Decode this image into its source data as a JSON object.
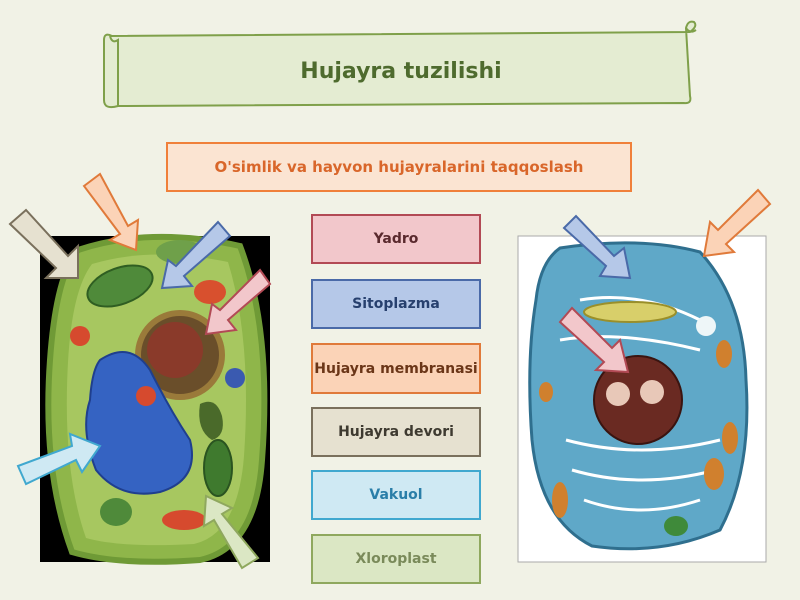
{
  "title": "Hujayra tuzilishi",
  "subtitle": "O'simlik va hayvon hujayralarini taqqoslash",
  "labels": {
    "yadro": "Yadro",
    "sitoplazma": "Sitoplazma",
    "membrana": "Hujayra membranasi",
    "devor": "Hujayra devori",
    "vakuol": "Vakuol",
    "xloroplast": "Xloroplast"
  },
  "colors": {
    "yadro": "#f2c7cb",
    "sitoplazma": "#b5c8e8",
    "membrana": "#fbd3b7",
    "devor": "#e6e1d0",
    "vakuol": "#cfe9f3",
    "xloroplast": "#dbe7c4"
  }
}
